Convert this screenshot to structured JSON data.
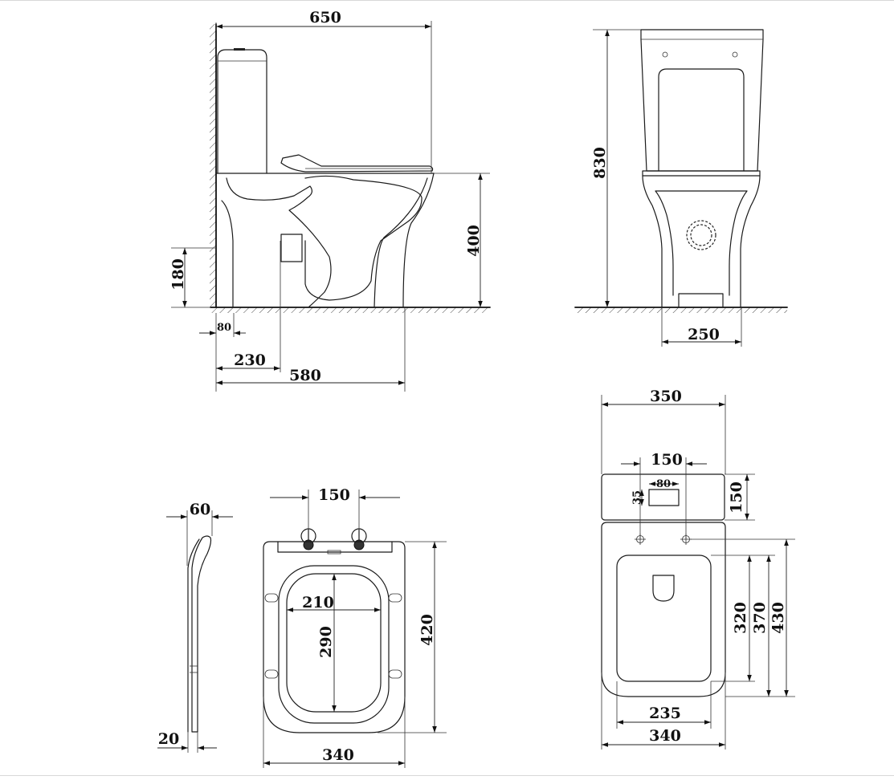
{
  "side_view": {
    "dims": {
      "total_depth": "650",
      "height_to_seat": "400",
      "waste_height": "180",
      "wall_gap": "80",
      "waste_offset": "230",
      "base_depth": "580"
    }
  },
  "front_view": {
    "dims": {
      "total_height": "830",
      "foot_width": "250"
    }
  },
  "top_view": {
    "dims": {
      "tank_width": "350",
      "fixing_spacing": "150",
      "button_width": "80",
      "button_height": "35",
      "tank_depth": "150",
      "inner_length": "320",
      "bowl_length": "370",
      "total_length": "430",
      "inner_width": "235",
      "outer_width": "340"
    }
  },
  "seat_view": {
    "dims": {
      "hinge_spacing": "150",
      "opening_width": "210",
      "opening_length": "290",
      "seat_length": "420",
      "seat_width": "340"
    }
  },
  "seat_profile": {
    "dims": {
      "lid_thickness": "60",
      "seat_thickness": "20"
    }
  }
}
